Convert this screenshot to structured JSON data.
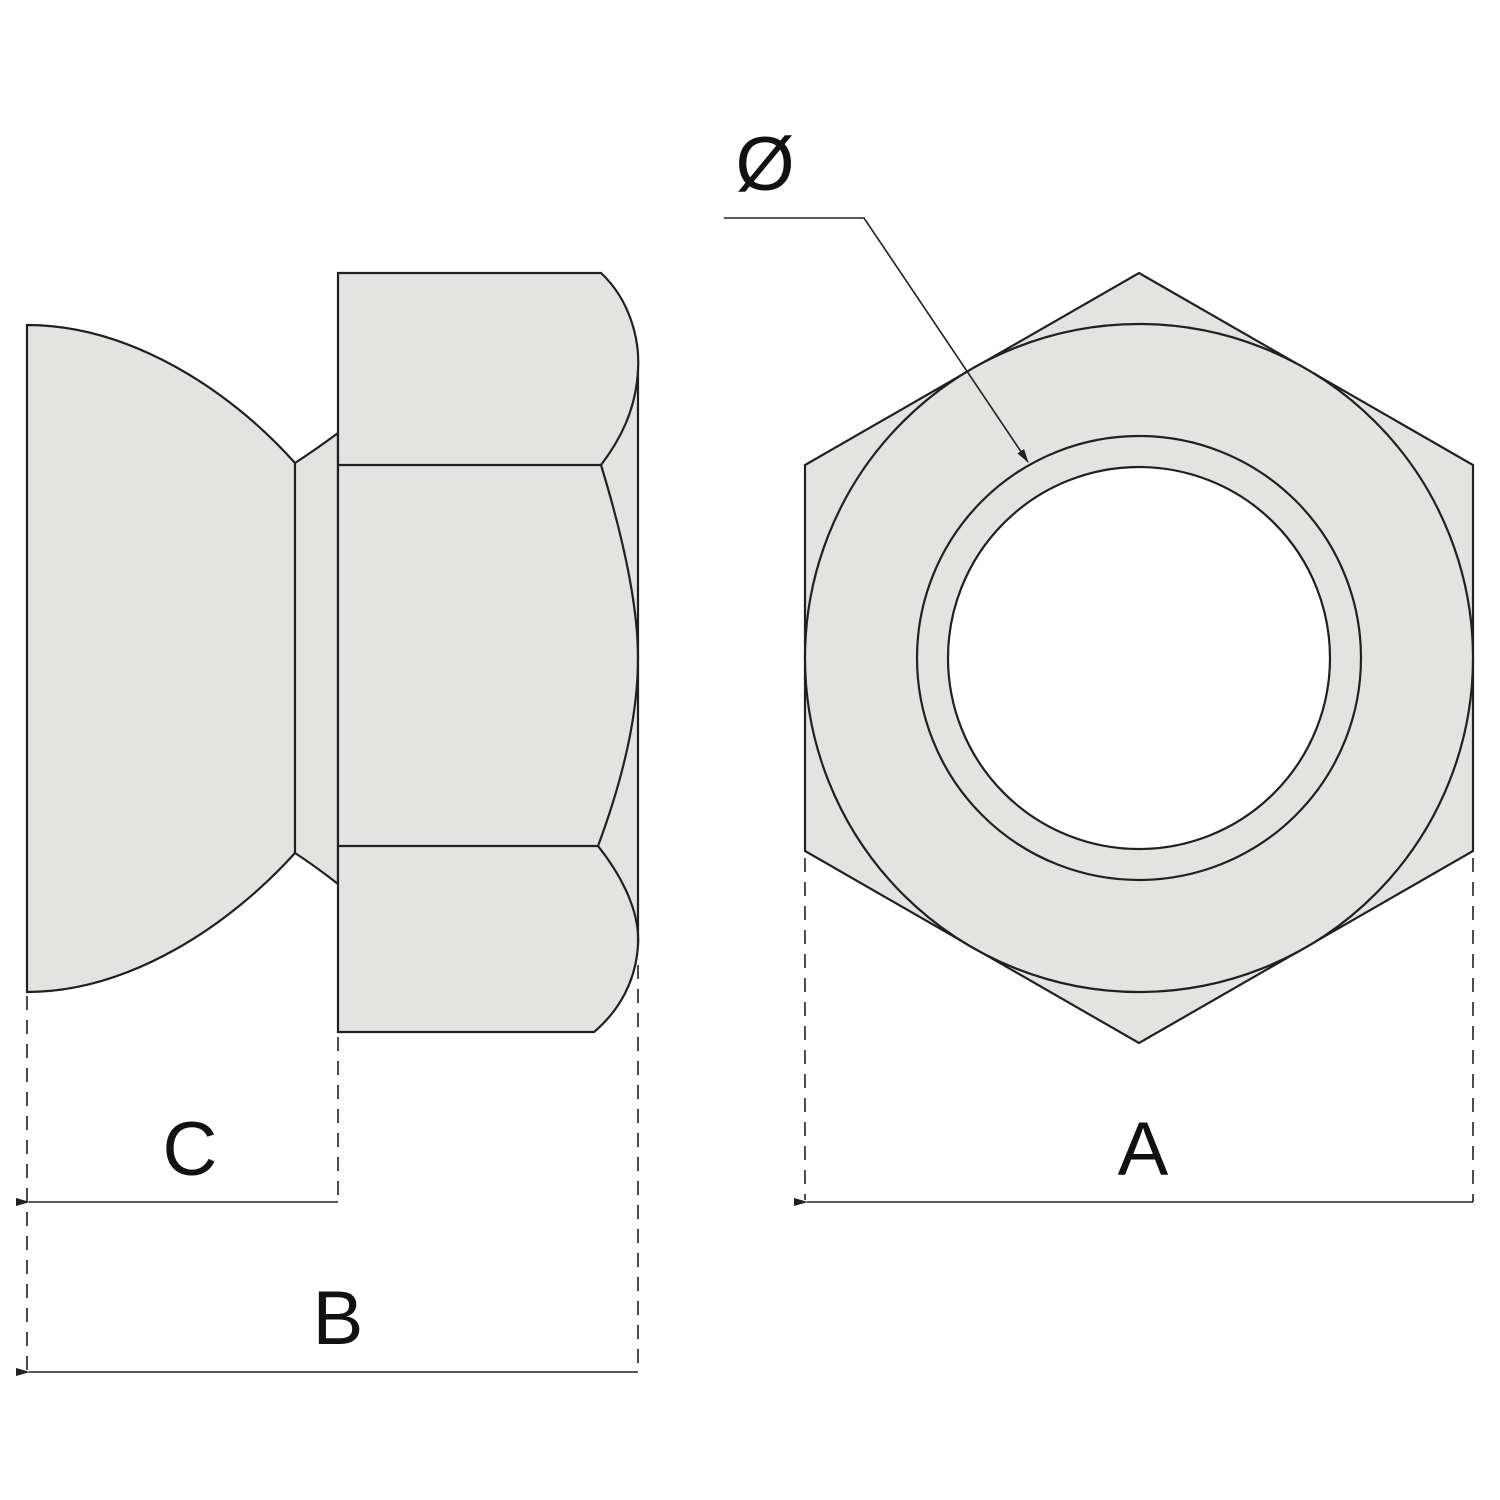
{
  "labels": {
    "diameter": "Ø",
    "a": "A",
    "b": "B",
    "c": "C"
  },
  "colors": {
    "fill": "#e3e3e2",
    "stroke": "#231f20"
  }
}
